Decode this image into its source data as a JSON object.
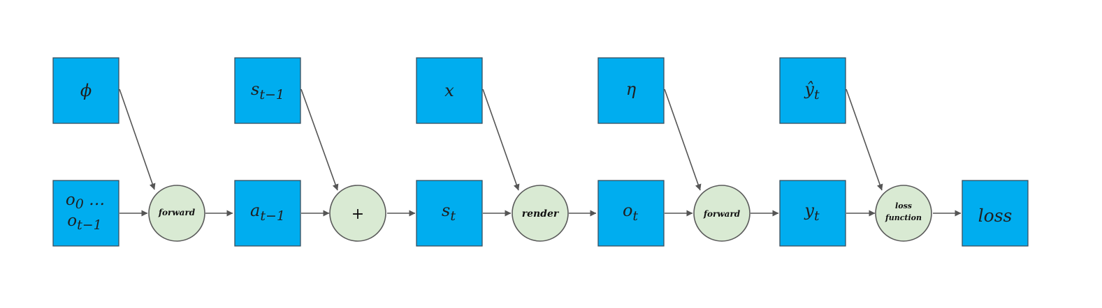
{
  "top_row": {
    "phi": "ϕ",
    "s_prev_base": "s",
    "s_prev_sub": "t−1",
    "x": "x",
    "eta": "η",
    "yhat_base": "ŷ",
    "yhat_sub": "t"
  },
  "bottom_row": {
    "obs_line1": "o",
    "obs_line1_sub": "0",
    "obs_line1_tail": " …",
    "obs_line2": "o",
    "obs_line2_sub": "t−1",
    "a_base": "a",
    "a_sub": "t−1",
    "s_base": "s",
    "s_sub": "t",
    "o_base": "o",
    "o_sub": "t",
    "y_base": "y",
    "y_sub": "t",
    "loss": "loss"
  },
  "operators": {
    "forward_1": "forward",
    "plus": "+",
    "render": "render",
    "forward_2": "forward",
    "loss_fn_line1": "loss",
    "loss_fn_line2": "function"
  }
}
